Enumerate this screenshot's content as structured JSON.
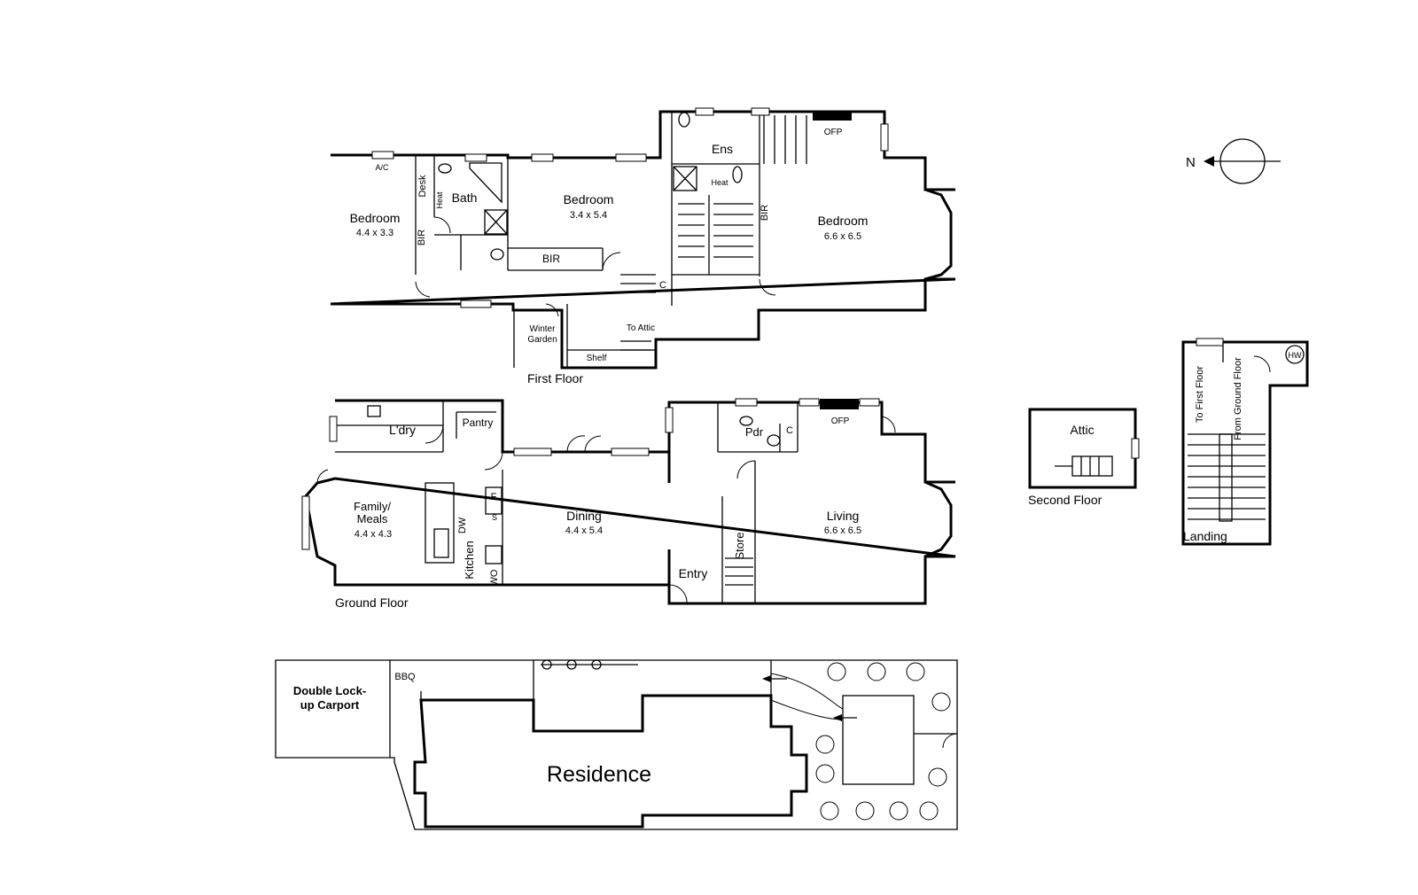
{
  "compass": {
    "label": "N",
    "icon": "north-compass-icon"
  },
  "first_floor": {
    "title": "First Floor",
    "bedroom_west": {
      "name": "Bedroom",
      "size": "4.4 x 3.3"
    },
    "ac": "A/C",
    "desk": "Desk",
    "bir_west": "BIR",
    "heat_bath": "Heat",
    "bath": "Bath",
    "bedroom_mid": {
      "name": "Bedroom",
      "size": "3.4 x 5.4"
    },
    "bir_mid": "BIR",
    "ens": "Ens",
    "heat_ens": "Heat",
    "ofp": "OFP",
    "bir_east": "BIR",
    "bedroom_east": {
      "name": "Bedroom",
      "size": "6.6 x 6.5"
    },
    "c": "C",
    "winter_garden": "Winter Garden",
    "to_attic": "To Attic",
    "shelf": "Shelf"
  },
  "ground_floor": {
    "title": "Ground Floor",
    "laundry": "L'dry",
    "pantry": "Pantry",
    "family": "Family/ Meals",
    "family_size": "4.4 x 4.3",
    "dw": "DW",
    "kitchen": "Kitchen",
    "f": "F",
    "s": "S",
    "wo": "WO",
    "dining": {
      "name": "Dining",
      "size": "4.4 x 5.4"
    },
    "pdr": "Pdr",
    "c": "C",
    "ofp": "OFP",
    "store": "Store",
    "living": {
      "name": "Living",
      "size": "6.6 x 6.5"
    },
    "entry": "Entry"
  },
  "second_floor": {
    "title": "Second Floor",
    "attic": "Attic"
  },
  "landing": {
    "title": "Landing",
    "hw": "HW",
    "to_first_floor": "To First Floor",
    "from_ground_floor": "From Ground Floor"
  },
  "site": {
    "carport": "Double Lock-up Carport",
    "bbq": "BBQ",
    "residence": "Residence"
  }
}
